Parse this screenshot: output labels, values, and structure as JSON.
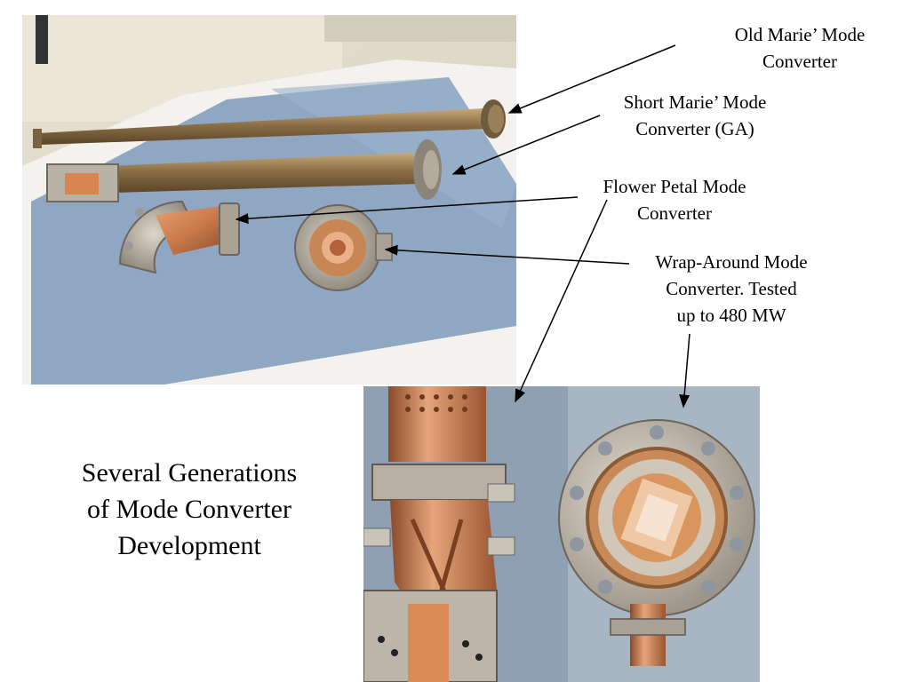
{
  "slide": {
    "title_lines": [
      "Several Generations",
      "of Mode Converter",
      "Development"
    ]
  },
  "callouts": {
    "old_marie": [
      "Old Marie’ Mode",
      "Converter"
    ],
    "short_marie": [
      "Short Marie’ Mode",
      "Converter (GA)"
    ],
    "flower_petal": [
      "Flower Petal Mode",
      "Converter"
    ],
    "wrap_around": [
      "Wrap-Around Mode",
      "Converter. Tested",
      "up to 480 MW"
    ]
  },
  "colors": {
    "table_top": "#8fa7c2",
    "wall": "#e9e4d6",
    "copper": "#c8794a",
    "steel": "#b9b2a6",
    "brass_tube": "#8b6f46"
  }
}
